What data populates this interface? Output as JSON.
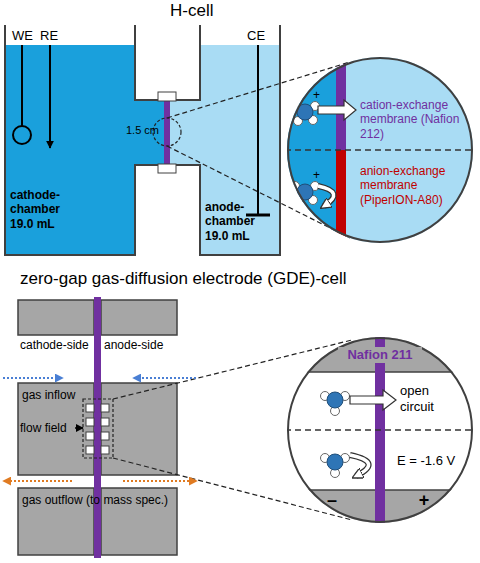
{
  "diagram": {
    "nodes": [
      {
        "text": [
          "cathode-chamber",
          "19.0 mL"
        ]
      },
      {
        "text": [
          "anode-chamber",
          "19.0 mL"
        ]
      },
      {
        "text": [
          "cation-exchange membrane (Nafion 212)",
          "anion-exchange membrane (PiperION-A80)"
        ]
      },
      {
        "text": [
          "Nafion 211",
          "open circuit",
          "E = -1.6 V",
          "–",
          "+"
        ]
      }
    ],
    "labels": [
      "H-cell",
      "WE",
      "RE",
      "CE",
      "1.5 cm",
      "+",
      "+",
      "zero-gap gas-diffusion electrode (GDE)-cell",
      "cathode-side",
      "anode-side",
      "gas inflow",
      "flow field",
      "gas outflow (to mass spec.)"
    ]
  }
}
